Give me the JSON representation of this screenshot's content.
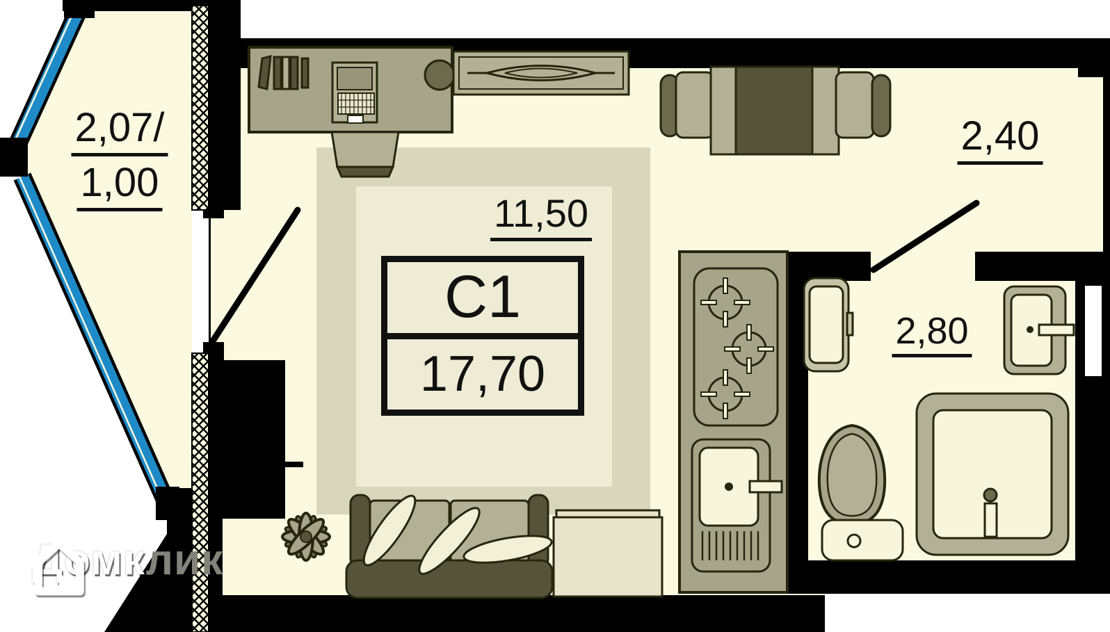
{
  "floorplan": {
    "unit_box": {
      "unit_code": "С1",
      "total_area": "17,70"
    },
    "rooms": [
      {
        "name": "balcony",
        "area_label_line1": "2,07/",
        "area_label_line2": "1,00"
      },
      {
        "name": "living-room",
        "area_label": "11,50"
      },
      {
        "name": "hallway",
        "area_label": "2,40"
      },
      {
        "name": "bathroom",
        "area_label": "2,80"
      }
    ],
    "furniture_icons": [
      "desk-icon",
      "books-icon",
      "laptop-icon",
      "stool-icon",
      "office-chair-icon",
      "sideboard-icon",
      "dining-table-icon",
      "dining-chair-icon",
      "rug-icon",
      "sofa-icon",
      "pillow-icon",
      "coffee-table-icon",
      "plant-icon",
      "stove-icon",
      "kitchen-sink-icon",
      "water-heater-icon",
      "washbasin-icon",
      "toilet-icon",
      "shower-tray-icon",
      "door-swing-icon",
      "window-glazing-icon"
    ]
  },
  "watermark": {
    "brand_part1": "Домк",
    "brand_part2": "лик"
  },
  "colors": {
    "cream": "#FBFAE1",
    "floor_shade": "#D8D6BB",
    "rug_inner": "#EEECD4",
    "olive_mid": "#A6A489",
    "olive_light": "#B3B195",
    "olive_dark": "#55543A",
    "olive_dim": "#6B6A4C",
    "fix_gray": "#C6C4A6",
    "fix_cream": "#F7F5DC",
    "pillow": "#F2F0D6",
    "table_cream": "#E6E4CA",
    "blue": "#1E8BC8",
    "ink": "#26260F",
    "text": "#111111",
    "wm_gray": "#83837C"
  }
}
